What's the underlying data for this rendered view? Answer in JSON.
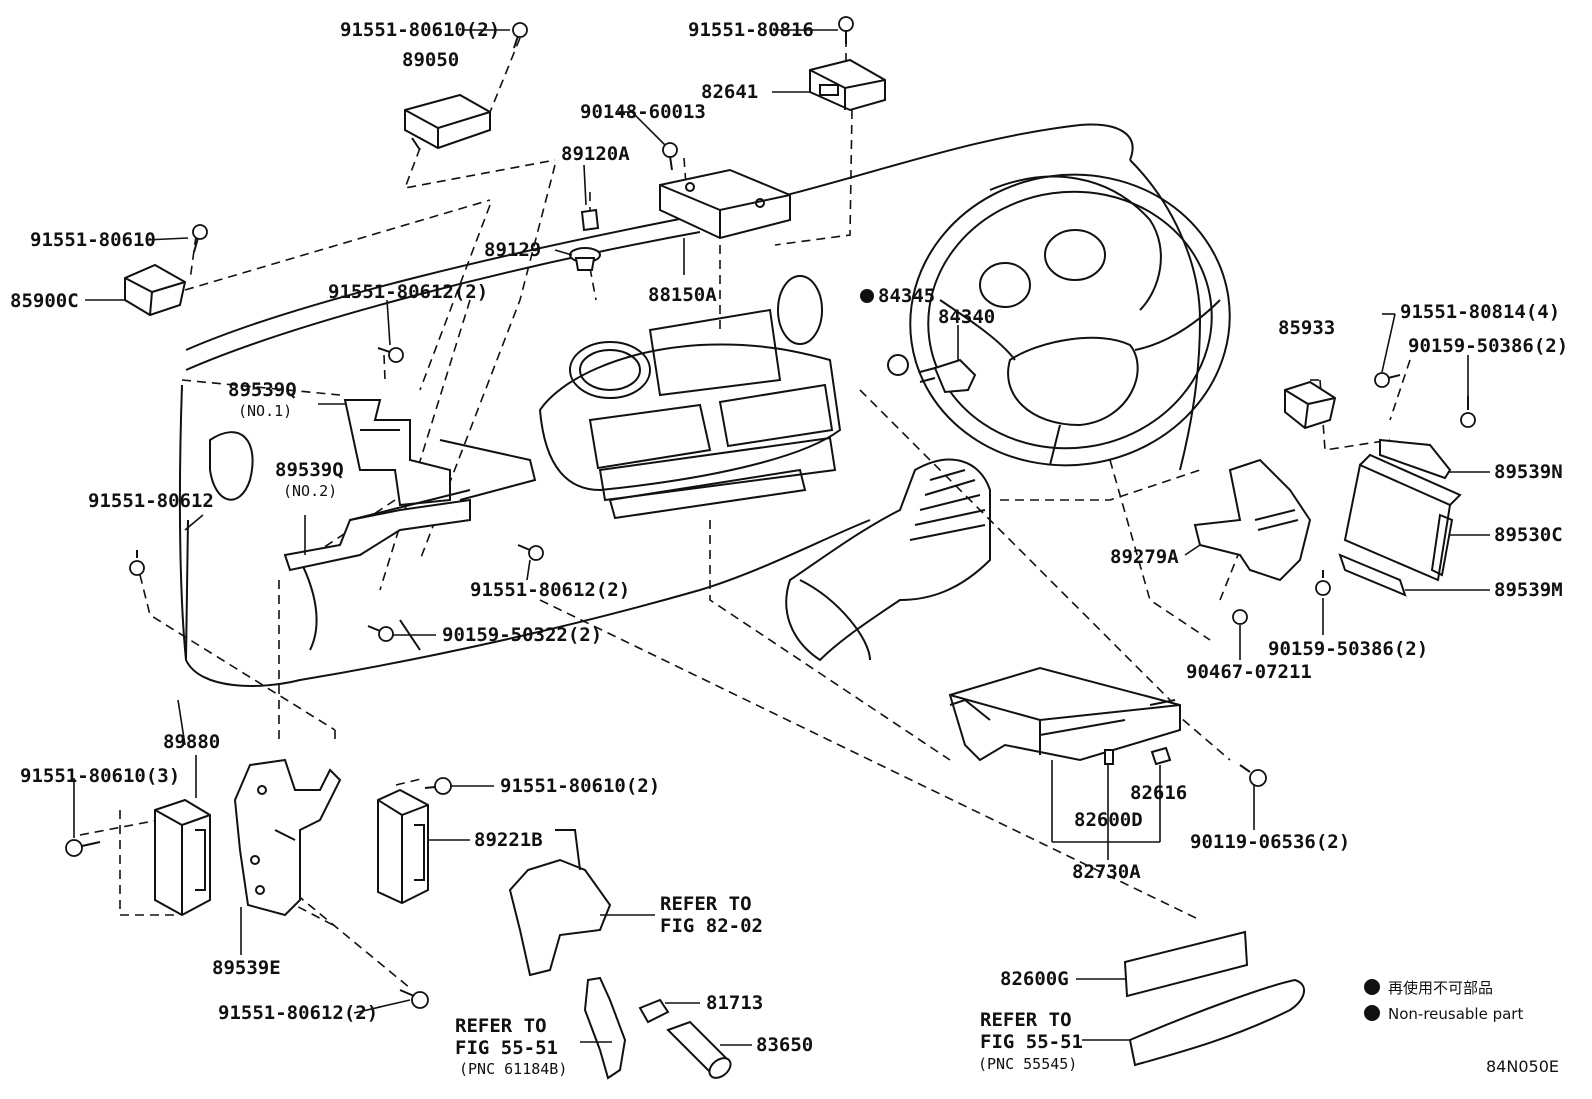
{
  "diagram_code": "84N050E",
  "legend": {
    "japanese": "再使用不可部品",
    "english": "Non-reusable part"
  },
  "labels": {
    "p91551_80610_2_top": "91551-80610(2)",
    "p89050": "89050",
    "p91551_80816": "91551-80816",
    "p82641": "82641",
    "p90148_60013": "90148-60013",
    "p89120A": "89120A",
    "p91551_80610_left": "91551-80610",
    "p85900C": "85900C",
    "p89129": "89129",
    "p88150A": "88150A",
    "p84345": "84345",
    "p84340": "84340",
    "p91551_80612_2_a": "91551-80612(2)",
    "p89539Q_1": "89539Q",
    "p89539Q_1_note": "(NO.1)",
    "p89539Q_2": "89539Q",
    "p89539Q_2_note": "(NO.2)",
    "p91551_80612_left": "91551-80612",
    "p91551_80612_2_b": "91551-80612(2)",
    "p90159_50322_2": "90159-50322(2)",
    "p85933": "85933",
    "p91551_80814_4": "91551-80814(4)",
    "p90159_50386_2_top": "90159-50386(2)",
    "p89539N": "89539N",
    "p89530C": "89530C",
    "p89279A": "89279A",
    "p89539M": "89539M",
    "p90159_50386_2_bottom": "90159-50386(2)",
    "p90467_07211": "90467-07211",
    "p89880": "89880",
    "p91551_80610_3": "91551-80610(3)",
    "p91551_80610_2_mid": "91551-80610(2)",
    "p89221B": "89221B",
    "p89539E": "89539E",
    "p91551_80612_2_c": "91551-80612(2)",
    "p82616": "82616",
    "p82600D": "82600D",
    "p90119_06536_2": "90119-06536(2)",
    "p82730A": "82730A",
    "refer_82_02_line1": "REFER TO",
    "refer_82_02_line2": "FIG 82-02",
    "p81713": "81713",
    "refer_55_51_a_line1": "REFER TO",
    "refer_55_51_a_line2": "FIG 55-51",
    "refer_55_51_a_line3": "(PNC 61184B)",
    "p83650": "83650",
    "p82600G": "82600G",
    "refer_55_51_b_line1": "REFER TO",
    "refer_55_51_b_line2": "FIG 55-51",
    "refer_55_51_b_line3": "(PNC 55545)"
  }
}
